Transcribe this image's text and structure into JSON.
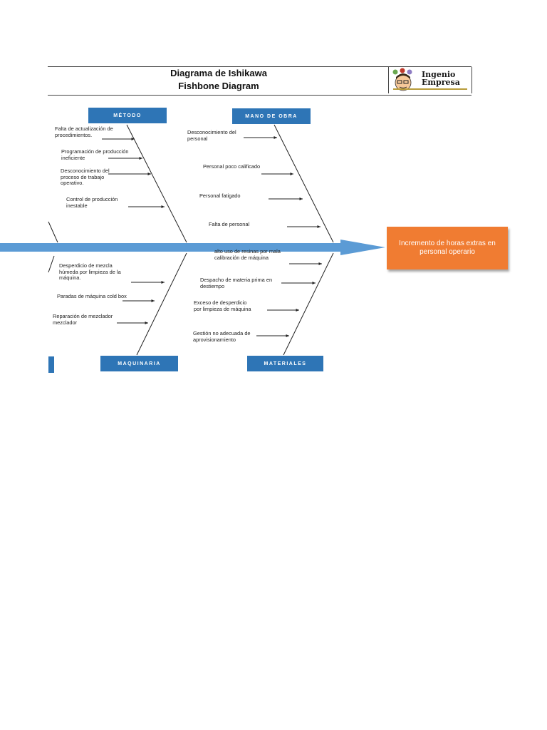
{
  "header": {
    "title_line1": "Diagrama de Ishikawa",
    "title_line2": "Fishbone Diagram",
    "logo_line1": "Ingenio",
    "logo_line2": "Empresa"
  },
  "categories": {
    "metodo": "MÉTODO",
    "mano_de_obra": "MANO DE OBRA",
    "maquinaria": "MAQUINARIA",
    "materiales": "MATERIALES"
  },
  "causes": {
    "metodo": [
      "Falta de actualización de\nprocedimientos.",
      "Programación de producción\nineficiente",
      "Desconocimiento del\nproceso de trabajo\noperativo.",
      "Control de producción\ninestable"
    ],
    "mano_de_obra": [
      "Desconocimiento del\npersonal",
      "Personal poco calificado",
      "Personal fatigado",
      "Falta de personal"
    ],
    "maquinaria": [
      "Desperdicio de mezcla\nhúmeda por limpieza de la\nmáquina.",
      "Paradas de máquina cold box",
      "Reparación de mezclador\nmezclador"
    ],
    "materiales": [
      "alto uso de resinas por mala\ncalibración de máquina",
      "Despacho de materia prima en\ndestiempo",
      "Exceso de desperdicio\npor limpieza de máquina",
      "Gestión no adecuada de\naprovisionamiento"
    ]
  },
  "effect": "Incremento de horas extras en personal operario",
  "colors": {
    "category_box": "#2e75b6",
    "spine_arrow": "#5b9bd5",
    "effect_box": "#f07c32"
  }
}
